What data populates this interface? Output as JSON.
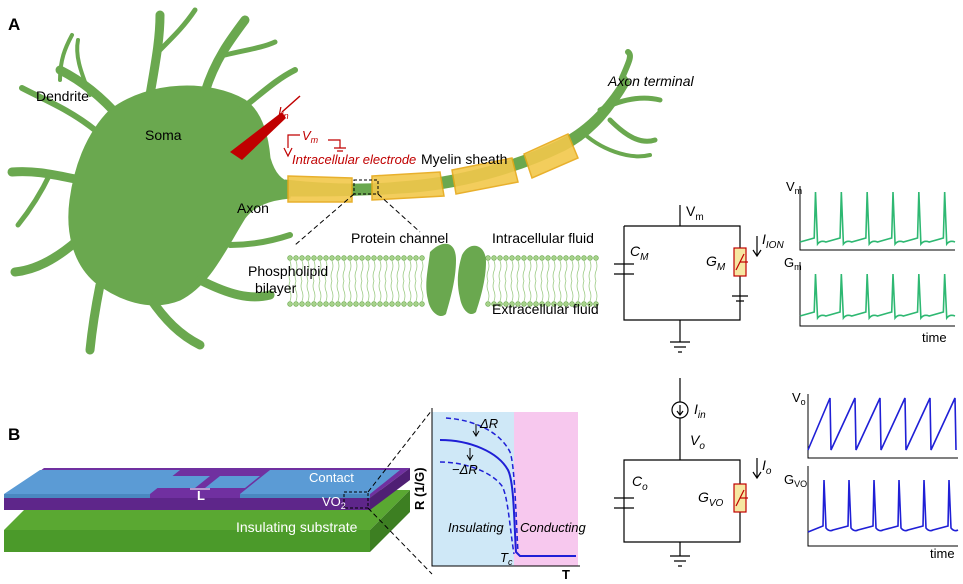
{
  "panel_a": {
    "letter": "A",
    "dendrite": "Dendrite",
    "soma": "Soma",
    "axon": "Axon",
    "axon_terminal": "Axon terminal",
    "myelin_sheath": "Myelin sheath",
    "current_in": "I",
    "current_in_sub": "in",
    "vm_probe": "V",
    "vm_probe_sub": "m",
    "intracellular_electrode": "Intracellular electrode",
    "protein_channel": "Protein channel",
    "intracellular_fluid": "Intracellular fluid",
    "extracellular_fluid": "Extracellular fluid",
    "phospholipid_1": "Phospholipid",
    "phospholipid_2": "bilayer",
    "circuit": {
      "vm": "V",
      "vm_sub": "m",
      "cm": "C",
      "cm_sub": "M",
      "gm": "G",
      "gm_sub": "M",
      "iion": "I",
      "iion_sub": "ION"
    },
    "traces": {
      "top": "V",
      "top_sub": "m",
      "bottom": "G",
      "bottom_sub": "m",
      "time": "time"
    }
  },
  "panel_b": {
    "letter": "B",
    "contact": "Contact",
    "vo2": "VO",
    "vo2_sub": "2",
    "length": "L",
    "substrate": "Insulating substrate",
    "rt_plot": {
      "ylabel": "R (1/G)",
      "xlabel": "T",
      "delta_r_up": "ΔR",
      "delta_r_down": "−ΔR",
      "tc": "T",
      "tc_sub": "c",
      "insulating": "Insulating",
      "conducting": "Conducting"
    },
    "circuit": {
      "iin": "I",
      "iin_sub": "in",
      "vo": "V",
      "vo_sub": "o",
      "io": "I",
      "io_sub": "o",
      "co": "C",
      "co_sub": "o",
      "gvo": "G",
      "gvo_sub": "VO"
    },
    "traces": {
      "top": "V",
      "top_sub": "o",
      "bottom": "G",
      "bottom_sub": "VO",
      "time": "time"
    }
  },
  "colors": {
    "neuron_green": "#6aa84f",
    "myelin_yellow": "#f2c84b",
    "electrode_red": "#c00000",
    "trace_green": "#2eb872",
    "trace_blue": "#1f1fd6",
    "device_blue": "#5b9bd5",
    "device_purple": "#7030a0",
    "substrate_green": "#5aa832",
    "insulating_bg": "#cfe8f7",
    "conducting_bg": "#f7c8ee"
  }
}
